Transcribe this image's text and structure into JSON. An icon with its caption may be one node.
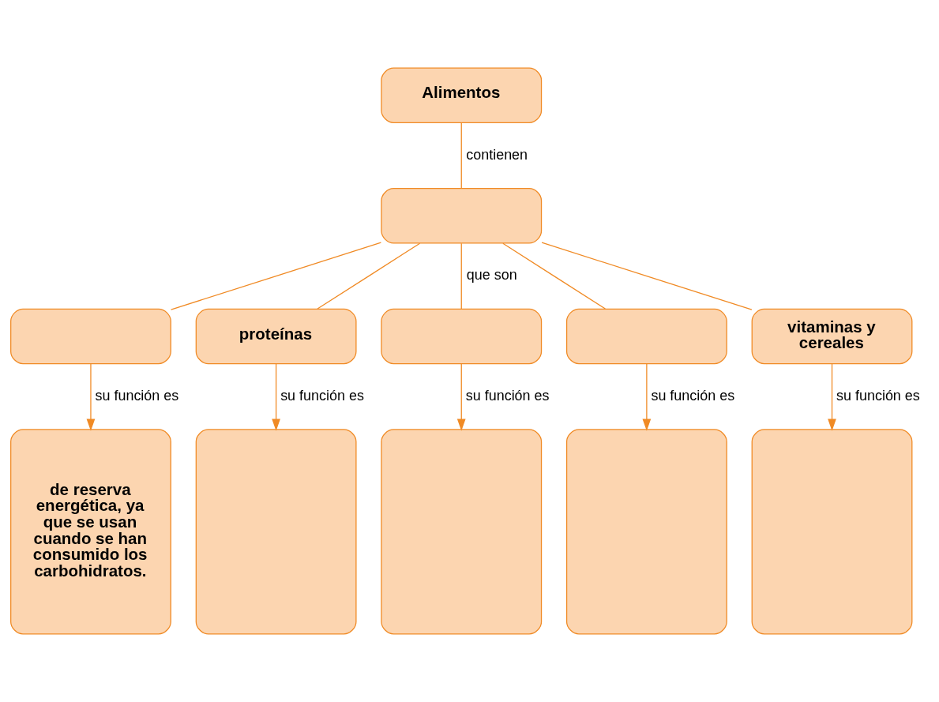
{
  "diagram": {
    "nodes": [
      {
        "text": [
          "Alimentos"
        ]
      },
      {
        "text": [],
        "shape": "box"
      },
      {
        "text": [],
        "shape": "box"
      },
      {
        "text": [
          "proteínas"
        ]
      },
      {
        "text": [],
        "shape": "box"
      },
      {
        "text": [],
        "shape": "box"
      },
      {
        "text": [
          "vitaminas y cereales"
        ]
      },
      {
        "text": [
          "de reserva energética, ya que se usan cuando se han consumido los carbohidratos."
        ]
      },
      {
        "text": [],
        "shape": "box"
      },
      {
        "text": [],
        "shape": "box"
      },
      {
        "text": [],
        "shape": "box"
      },
      {
        "text": [],
        "shape": "box"
      }
    ],
    "edges": [
      {
        "from": 0,
        "to": 1,
        "arrow": "none",
        "label": "contienen"
      },
      {
        "from": 1,
        "to": 2,
        "arrow": "none"
      },
      {
        "from": 1,
        "to": 3,
        "arrow": "none"
      },
      {
        "from": 1,
        "to": 4,
        "arrow": "none",
        "label": "que son"
      },
      {
        "from": 1,
        "to": 5,
        "arrow": "none"
      },
      {
        "from": 1,
        "to": 6,
        "arrow": "none"
      },
      {
        "from": 2,
        "to": 7,
        "arrow": "to",
        "label": "su función es"
      },
      {
        "from": 3,
        "to": 8,
        "arrow": "to",
        "label": "su función es"
      },
      {
        "from": 4,
        "to": 9,
        "arrow": "to",
        "label": "su función es"
      },
      {
        "from": 5,
        "to": 10,
        "arrow": "to",
        "label": "su función es"
      },
      {
        "from": 6,
        "to": 11,
        "arrow": "to",
        "label": "su función es"
      }
    ]
  }
}
